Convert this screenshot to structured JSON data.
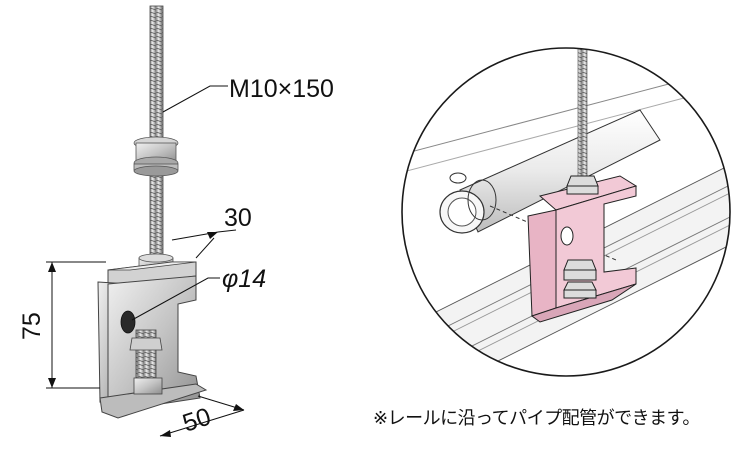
{
  "labels": {
    "rod_spec": "M10×150",
    "width_top": "30",
    "hole_dia": "φ14",
    "height": "75",
    "depth": "50"
  },
  "note": "※レールに沿ってパイプ配管ができます。",
  "colors": {
    "metal_light": "#e4e4e4",
    "metal_mid": "#b8b8b8",
    "metal_dark": "#7a7a7a",
    "bracket_pink": "#f2c9d6",
    "bracket_pink_dark": "#d9a6b8",
    "rail": "#f2f2f2",
    "line": "#1a1a1a"
  }
}
